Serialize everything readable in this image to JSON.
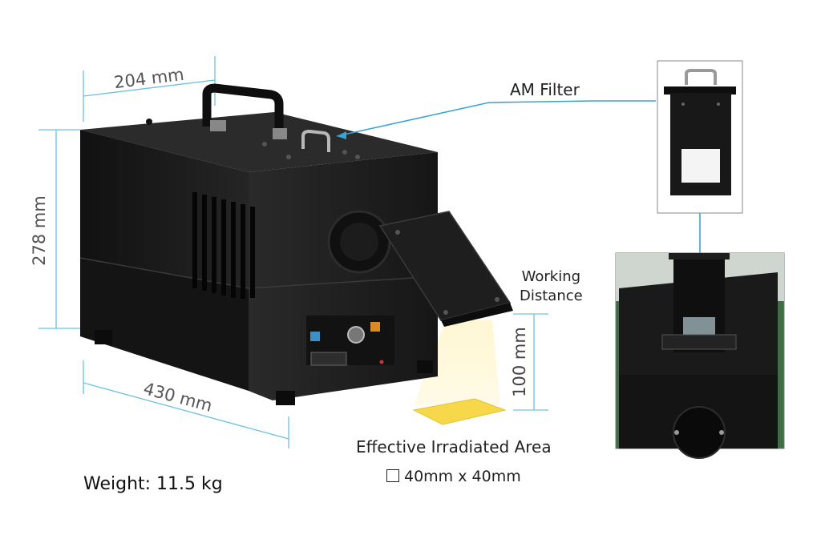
{
  "dimensions": {
    "width": "204 mm",
    "height": "278 mm",
    "length": "430 mm",
    "working_distance_value": "100 mm"
  },
  "labels": {
    "am_filter": "AM Filter",
    "working_distance": [
      "Working",
      "Distance"
    ],
    "effective_area_title": "Effective Irradiated Area",
    "effective_area_size": "40mm x 40mm",
    "weight": "Weight: 11.5 kg"
  },
  "colors": {
    "dimension_line": "#5ab4dc",
    "callout_line": "#3aa3d6",
    "irradiated_area": "#f6d84a",
    "device_body": "#1a1a1a"
  }
}
